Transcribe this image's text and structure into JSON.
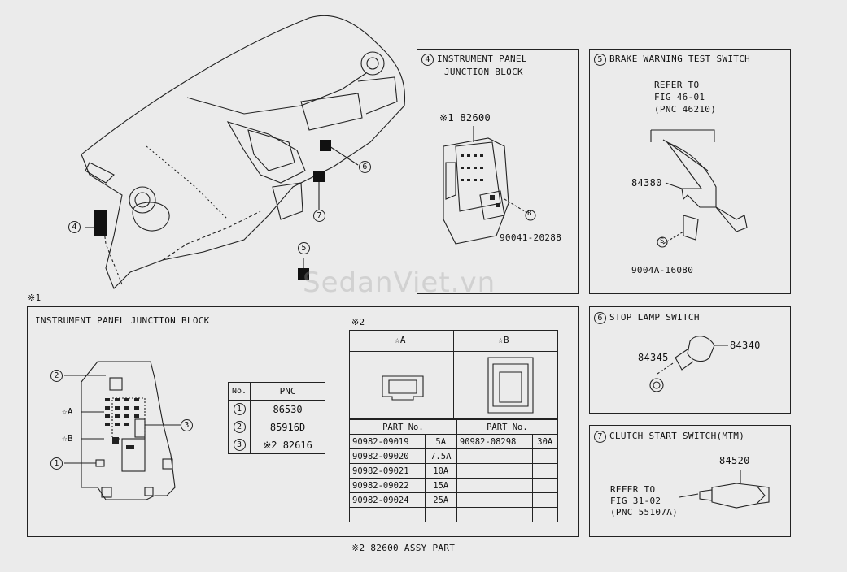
{
  "watermark": "SedanViet.vn",
  "overview": {
    "callouts": [
      "4",
      "5",
      "6",
      "7"
    ]
  },
  "sections": {
    "ipjb": {
      "num": "4",
      "title_line1": "INSTRUMENT PANEL",
      "title_line2": "JUNCTION BLOCK",
      "part": "※1 82600",
      "bolt_mark": "B",
      "bolt_part": "90041-20288"
    },
    "brake": {
      "num": "5",
      "title": "BRAKE WARNING TEST SWITCH",
      "refer_line1": "REFER TO",
      "refer_line2": "FIG 46-01",
      "refer_line3": "(PNC 46210)",
      "part": "84380",
      "screw_mark": "S",
      "screw_part": "9004A-16080"
    },
    "stop": {
      "num": "6",
      "title": "STOP LAMP SWITCH",
      "part_a": "84345",
      "part_b": "84340"
    },
    "clutch": {
      "num": "7",
      "title": "CLUTCH START SWITCH(MTM)",
      "part": "84520",
      "refer_line1": "REFER TO",
      "refer_line2": "FIG 31-02",
      "refer_line3": "(PNC 55107A)"
    }
  },
  "note1": {
    "mark": "※1",
    "title": "INSTRUMENT PANEL JUNCTION BLOCK",
    "callouts": [
      "2",
      "☆A",
      "☆B",
      "1",
      "3"
    ],
    "pnc_table": {
      "headers": [
        "No.",
        "PNC"
      ],
      "rows": [
        {
          "no": "1",
          "pnc": "86530"
        },
        {
          "no": "2",
          "pnc": "85916D"
        },
        {
          "no": "3",
          "pnc": "※2 82616"
        }
      ]
    }
  },
  "note2": {
    "mark": "※2",
    "col_a": "☆A",
    "col_b": "☆B",
    "part_header": "PART No.",
    "rows_a": [
      {
        "part": "90982-09019",
        "amp": "5A"
      },
      {
        "part": "90982-09020",
        "amp": "7.5A"
      },
      {
        "part": "90982-09021",
        "amp": "10A"
      },
      {
        "part": "90982-09022",
        "amp": "15A"
      },
      {
        "part": "90982-09024",
        "amp": "25A"
      }
    ],
    "rows_b": [
      {
        "part": "90982-08298",
        "amp": "30A"
      }
    ],
    "footer": "※2 82600 ASSY PART"
  }
}
